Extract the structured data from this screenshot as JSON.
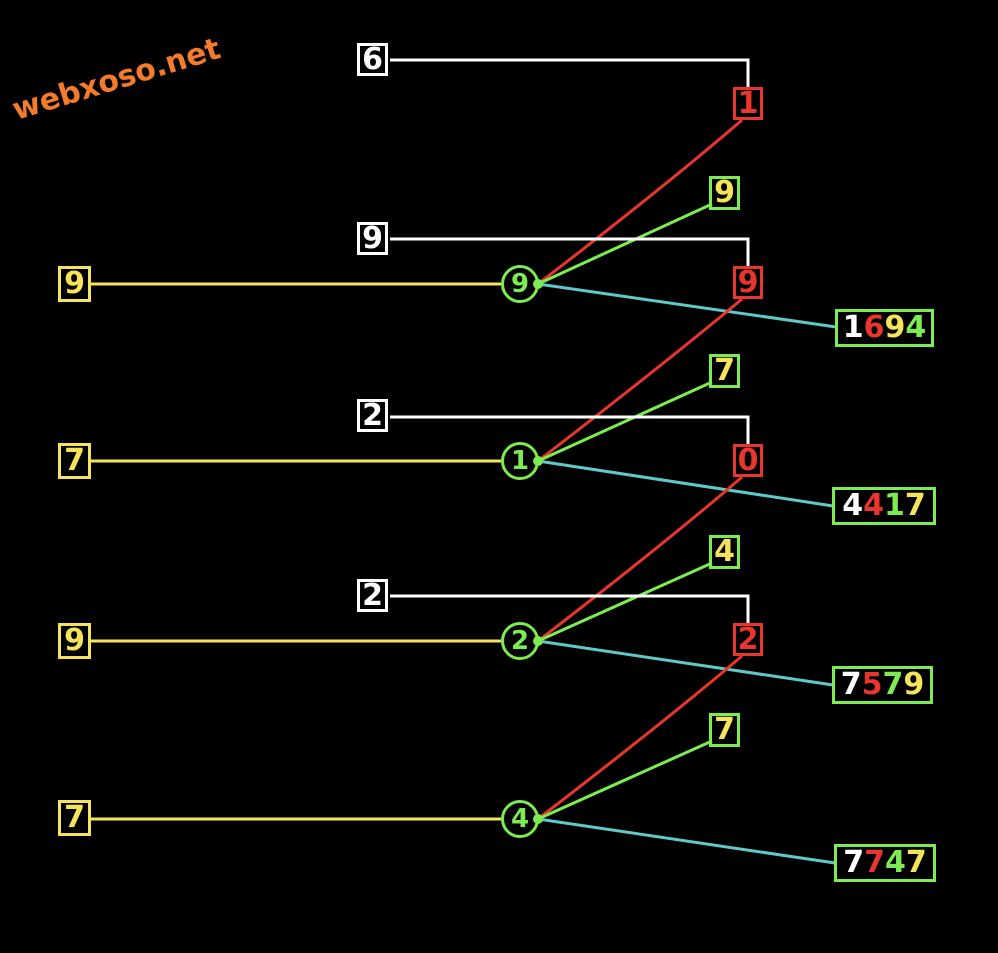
{
  "watermark": "webxoso.net",
  "colors": {
    "white": "#ffffff",
    "yellow": "#f5e35a",
    "red": "#e8352d",
    "green": "#7deb52",
    "cyan": "#5fc9c9",
    "watermark": "#f47b2a"
  },
  "groups": [
    {
      "left": "9",
      "hub": "9",
      "top": "6",
      "red": "1",
      "green": "9",
      "result": [
        "1",
        "6",
        "9",
        "4"
      ]
    },
    {
      "left": "7",
      "hub": "1",
      "top": "9",
      "red": "9",
      "green": "7",
      "result": [
        "4",
        "4",
        "1",
        "7"
      ]
    },
    {
      "left": "9",
      "hub": "2",
      "top": "2",
      "red": "0",
      "green": "4",
      "result": [
        "7",
        "5",
        "7",
        "9"
      ]
    },
    {
      "left": "7",
      "hub": "4",
      "top": "2",
      "red": "2",
      "green": "7",
      "result": [
        "7",
        "7",
        "4",
        "7"
      ]
    }
  ]
}
